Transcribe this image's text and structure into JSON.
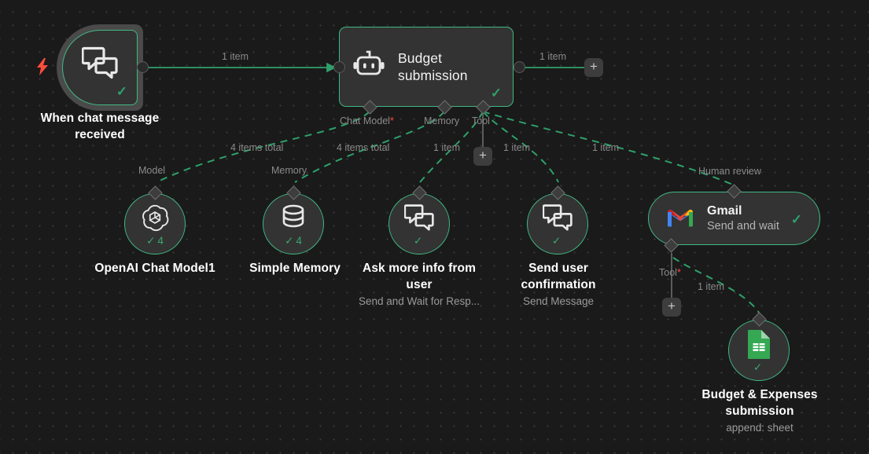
{
  "canvas": {
    "background_color": "#1a1a1a",
    "accent_color": "#41b883",
    "check_color": "#2ea06a",
    "required_marker_color": "#ff4d3d"
  },
  "trigger": {
    "title": "When chat message\nreceived",
    "title_line1": "When chat message",
    "title_line2": "received",
    "icon": "chat-bubbles-icon",
    "bolt_icon": "lightning-bolt-icon",
    "status": "✓"
  },
  "agent": {
    "title_line1": "Budget",
    "title_line2": "submission",
    "icon": "robot-icon",
    "status": "✓",
    "ports": [
      {
        "label": "Chat Model",
        "required": "*"
      },
      {
        "label": "Memory",
        "required": ""
      },
      {
        "label": "Tool",
        "required": ""
      }
    ]
  },
  "gmail": {
    "title": "Gmail",
    "subtitle": "Send and wait",
    "icon": "gmail-icon",
    "status": "✓",
    "port_label": "Tool",
    "port_required": "*"
  },
  "subnodes": [
    {
      "name": "OpenAI Chat Model1",
      "subtitle": "",
      "icon": "openai-icon",
      "port_label": "Model",
      "badge_check": "✓",
      "badge_count": "4"
    },
    {
      "name": "Simple Memory",
      "subtitle": "",
      "icon": "database-icon",
      "port_label": "Memory",
      "badge_check": "✓",
      "badge_count": "4"
    },
    {
      "name_line1": "Ask more info from",
      "name_line2": "user",
      "subtitle": "Send and Wait for Resp...",
      "icon": "chat-bubbles-icon",
      "port_label": "",
      "badge_check": "✓",
      "badge_count": ""
    },
    {
      "name_line1": "Send user",
      "name_line2": "confirmation",
      "subtitle": "Send Message",
      "icon": "chat-bubbles-icon",
      "port_label": "",
      "badge_check": "✓",
      "badge_count": ""
    },
    {
      "name_line1": "Budget & Expenses",
      "name_line2": "submission",
      "subtitle": "append: sheet",
      "icon": "google-sheets-icon",
      "port_label": "",
      "badge_check": "✓",
      "badge_count": ""
    }
  ],
  "edges": {
    "trigger_to_agent": "1 item",
    "agent_out": "1 item",
    "chat_model": "4 items total",
    "memory": "4 items total",
    "tool_ask": "1 item",
    "tool_send": "1 item",
    "tool_gmail": "1 item",
    "gmail_tool": "1 item",
    "human_review": "Human review"
  },
  "buttons": {
    "plus": "+"
  }
}
